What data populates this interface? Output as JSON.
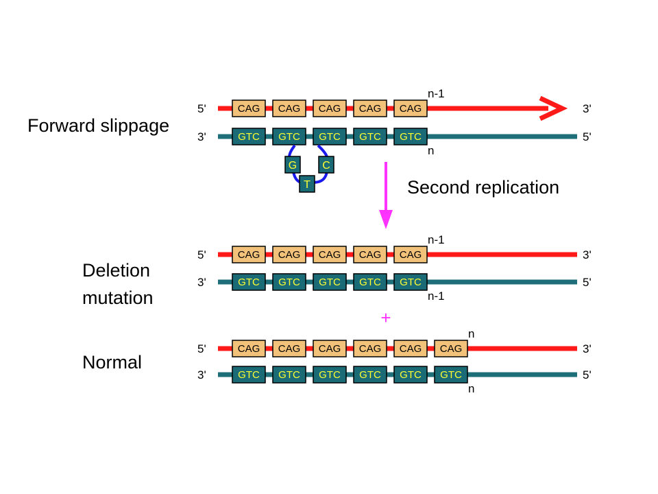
{
  "colors": {
    "top_strand": "#ff1a1a",
    "bottom_strand": "#1f6f7a",
    "top_box": "#f2c27a",
    "bottom_box": "#1a6b75",
    "bottom_text": "#ffff33",
    "loop": "#1a1aee",
    "magenta": "#ff33ff"
  },
  "labels": {
    "forward_slippage": "Forward slippage",
    "second_replication": "Second replication",
    "deletion_line1": "Deletion",
    "deletion_line2": "mutation",
    "normal": "Normal",
    "plus": "+"
  },
  "ends": {
    "five": "5'",
    "three": "3'"
  },
  "repeat_units": {
    "top": "CAG",
    "bottom": "GTC"
  },
  "loop_bases": [
    "G",
    "T",
    "C"
  ],
  "rows": [
    {
      "id": "slippage",
      "top_repeats": 5,
      "bottom_repeats": 5,
      "top_count": "n-1",
      "bottom_count": "n",
      "top_arrow": true,
      "has_loop": true
    },
    {
      "id": "deletion",
      "top_repeats": 5,
      "bottom_repeats": 5,
      "top_count": "n-1",
      "bottom_count": "n-1",
      "top_arrow": false,
      "has_loop": false
    },
    {
      "id": "normal",
      "top_repeats": 6,
      "bottom_repeats": 6,
      "top_count": "n",
      "bottom_count": "n",
      "top_arrow": false,
      "has_loop": false
    }
  ]
}
